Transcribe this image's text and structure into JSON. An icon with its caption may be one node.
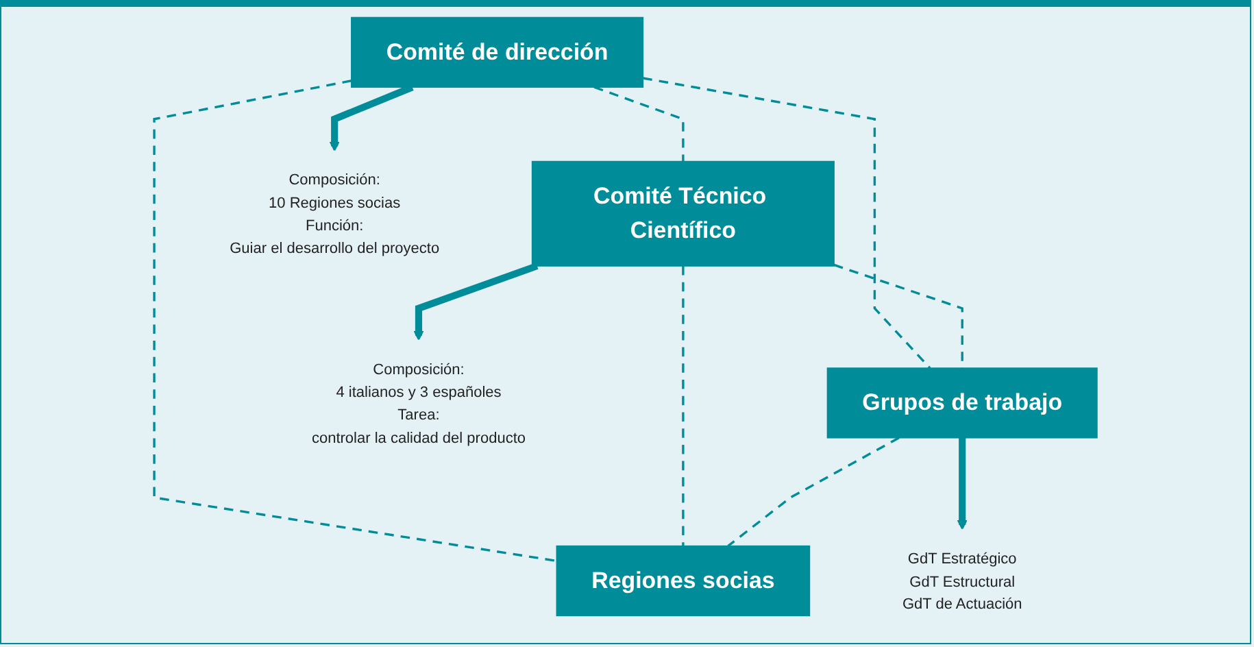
{
  "diagram": {
    "nodes": [
      {
        "text": [
          "Comité de dirección"
        ]
      },
      {
        "text": [
          "Comité Técnico Científico"
        ]
      },
      {
        "text": [
          "Grupos de trabajo"
        ]
      },
      {
        "text": [
          "Regiones socias"
        ]
      },
      {
        "text": [
          "Composición:",
          "10 Regiones socias",
          "Función:",
          "Guiar el desarrollo del proyecto"
        ]
      },
      {
        "text": [
          "Composición:",
          "4 italianos y 3 españoles",
          "Tarea:",
          "controlar la calidad del producto"
        ]
      },
      {
        "text": [
          "GdT Estratégico",
          "GdT Estructural",
          "GdT de Actuación"
        ]
      }
    ],
    "edges": [
      {
        "from": 0,
        "to": 1,
        "arrow": "none",
        "style": "dashed"
      },
      {
        "from": 0,
        "to": 2,
        "arrow": "none",
        "style": "dashed"
      },
      {
        "from": 0,
        "to": 3,
        "arrow": "none",
        "style": "dashed"
      },
      {
        "from": 1,
        "to": 2,
        "arrow": "none",
        "style": "dashed"
      },
      {
        "from": 1,
        "to": 3,
        "arrow": "none",
        "style": "dashed"
      },
      {
        "from": 2,
        "to": 3,
        "arrow": "none",
        "style": "dashed"
      },
      {
        "from": 0,
        "to": 4,
        "arrow": "to",
        "style": "thick"
      },
      {
        "from": 1,
        "to": 5,
        "arrow": "to",
        "style": "thick"
      },
      {
        "from": 2,
        "to": 6,
        "arrow": "to",
        "style": "thick"
      }
    ]
  }
}
